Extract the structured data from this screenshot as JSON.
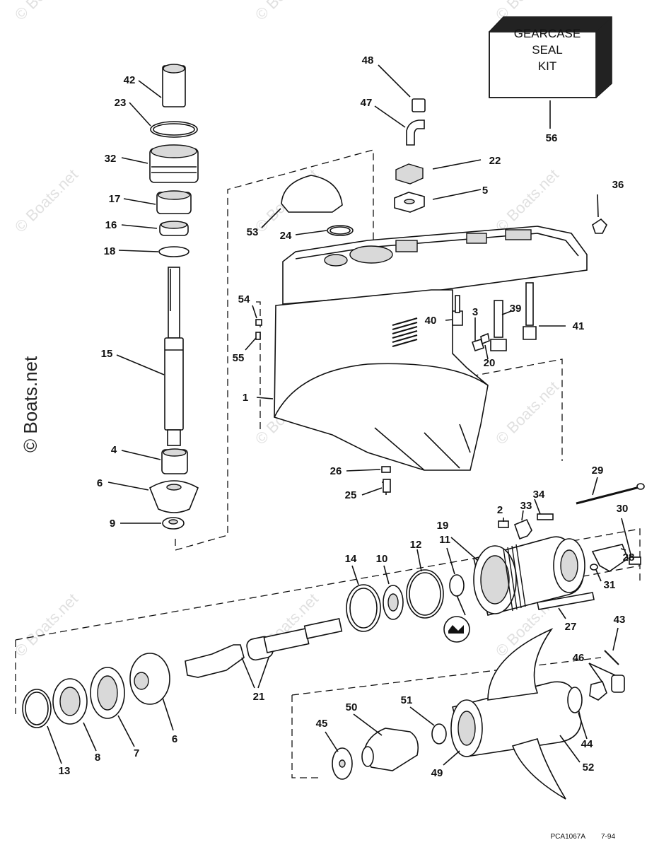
{
  "watermarks": {
    "small": "© Boats.net",
    "large": "© Boats.net"
  },
  "kit_box": {
    "line1": "GEARCASE",
    "line2": "SEAL",
    "line3": "KIT",
    "callout": "56"
  },
  "callouts": {
    "c1": "1",
    "c2": "2",
    "c3": "3",
    "c4": "4",
    "c5": "5",
    "c6a": "6",
    "c6b": "6",
    "c7": "7",
    "c8": "8",
    "c9": "9",
    "c10": "10",
    "c11": "11",
    "c12": "12",
    "c13": "13",
    "c14": "14",
    "c15": "15",
    "c16": "16",
    "c17": "17",
    "c18": "18",
    "c19": "19",
    "c20": "20",
    "c21": "21",
    "c22": "22",
    "c23": "23",
    "c24": "24",
    "c25": "25",
    "c26": "26",
    "c27": "27",
    "c28": "28",
    "c29": "29",
    "c30": "30",
    "c31": "31",
    "c32": "32",
    "c33": "33",
    "c34": "34",
    "c36": "36",
    "c39": "39",
    "c40": "40",
    "c41": "41",
    "c42": "42",
    "c43": "43",
    "c44": "44",
    "c45": "45",
    "c46": "46",
    "c47": "47",
    "c48": "48",
    "c49": "49",
    "c50": "50",
    "c51": "51",
    "c52": "52",
    "c53": "53",
    "c54": "54",
    "c55": "55"
  },
  "footer": {
    "code": "PCA1067A",
    "date": "7-94"
  }
}
